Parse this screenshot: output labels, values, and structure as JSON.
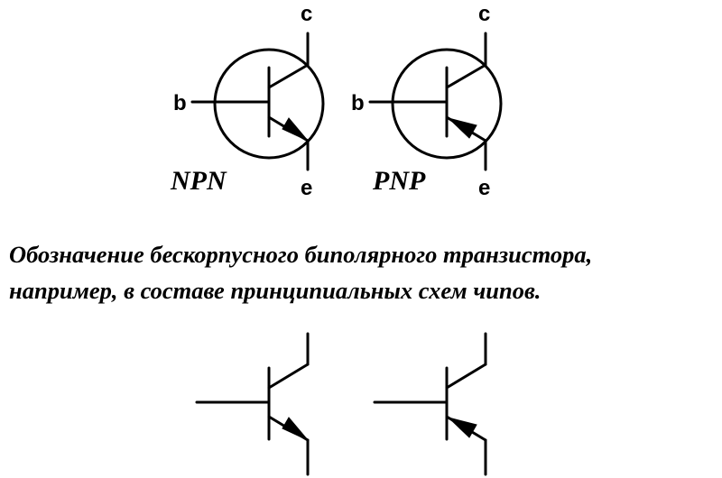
{
  "symbols_top": {
    "npn": {
      "type_label": "NPN",
      "collector_label": "c",
      "base_label": "b",
      "emitter_label": "e"
    },
    "pnp": {
      "type_label": "PNP",
      "collector_label": "c",
      "base_label": "b",
      "emitter_label": "e"
    }
  },
  "caption": {
    "line1": "Обозначение бескорпусного биполярного транзистора,",
    "line2": "например, в составе принципиальных схем чипов."
  }
}
